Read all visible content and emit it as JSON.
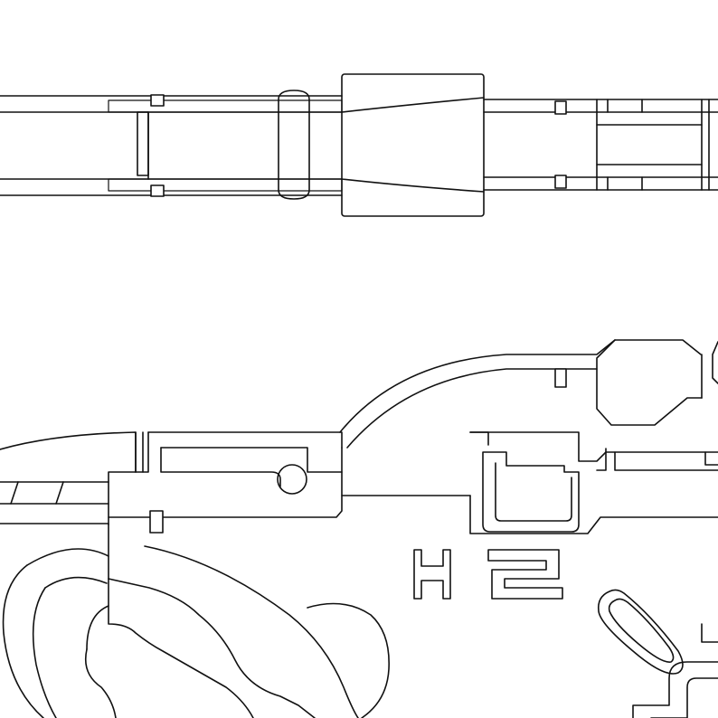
{
  "drawing": {
    "stroke_color": "#111111",
    "background_color": "#ffffff",
    "views": [
      "top-view",
      "side-view"
    ],
    "side_view": {
      "marking": "H2"
    }
  }
}
